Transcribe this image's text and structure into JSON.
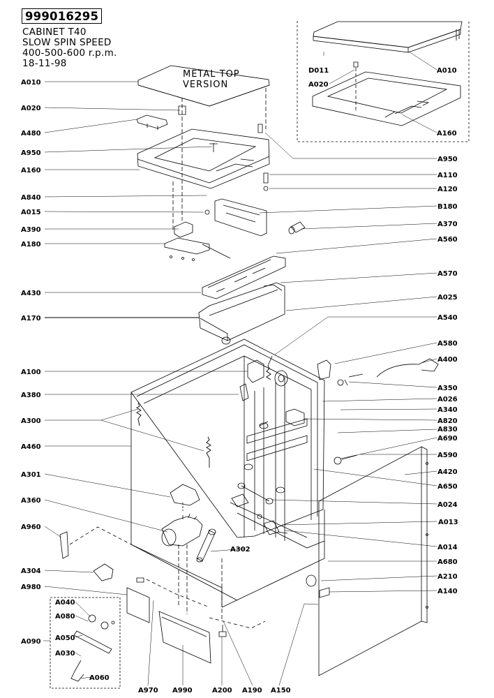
{
  "header": {
    "doc_number": "999016295",
    "lines": [
      "CABINET T40",
      "SLOW SPIN SPEED",
      "400-500-600 r.p.m.",
      "18-11-98"
    ]
  },
  "note": {
    "metal_top_line1": "METAL TOP",
    "metal_top_line2": "VERSION"
  },
  "labels": {
    "A010a": "A010",
    "A020a": "A020",
    "A480": "A480",
    "A950a": "A950",
    "A160a": "A160",
    "A840": "A840",
    "A015": "A015",
    "A390": "A390",
    "A180": "A180",
    "A430": "A430",
    "A170": "A170",
    "A100": "A100",
    "A380": "A380",
    "A300": "A300",
    "A460": "A460",
    "A301": "A301",
    "A360": "A360",
    "A960": "A960",
    "A304": "A304",
    "A980": "A980",
    "A040": "A040",
    "A080": "A080",
    "A050": "A050",
    "A090": "A090",
    "A030": "A030",
    "A060": "A060",
    "A970": "A970",
    "A990": "A990",
    "A200": "A200",
    "A190": "A190",
    "A150": "A150",
    "A302": "A302",
    "D011": "D011",
    "A020b": "A020",
    "A010b": "A010",
    "A160b": "A160",
    "A950b": "A950",
    "A110": "A110",
    "A120": "A120",
    "B180": "B180",
    "A370": "A370",
    "A560": "A560",
    "A570": "A570",
    "A025": "A025",
    "A540": "A540",
    "A580": "A580",
    "A400": "A400",
    "A350": "A350",
    "A026": "A026",
    "A340": "A340",
    "A820": "A820",
    "A830": "A830",
    "A690": "A690",
    "A590": "A590",
    "A420": "A420",
    "A650": "A650",
    "A024": "A024",
    "A013": "A013",
    "A014": "A014",
    "A680": "A680",
    "A210": "A210",
    "A140": "A140"
  }
}
